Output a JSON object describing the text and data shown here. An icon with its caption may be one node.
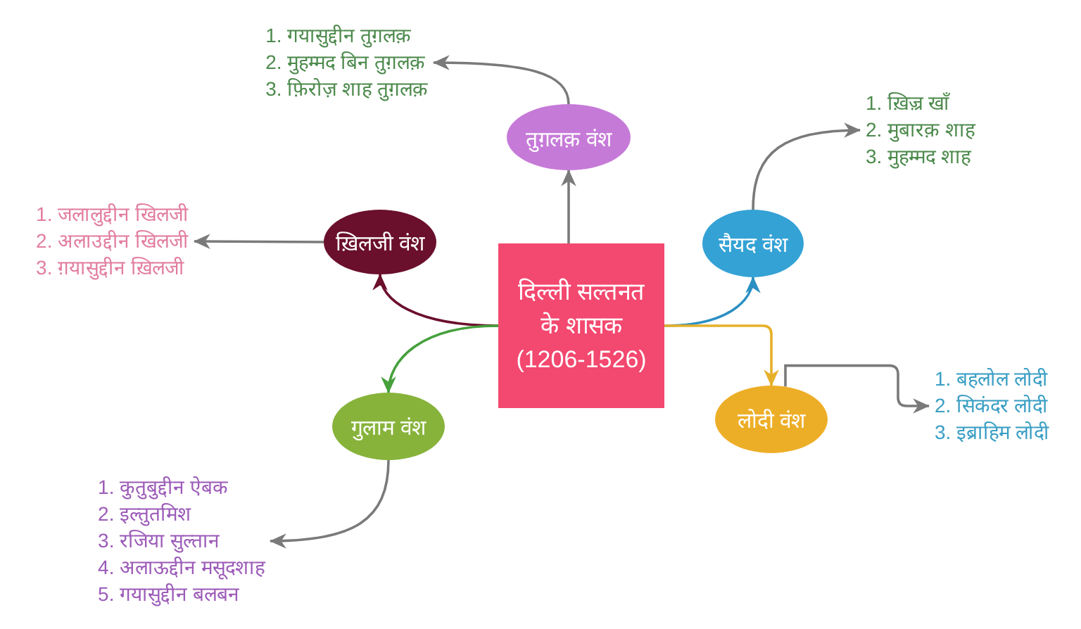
{
  "diagram": {
    "nodes": [
      {
        "text": [
          "दिल्ली सल्तनत के शासक (1206-1526)"
        ]
      },
      {
        "text": [
          "तुग़लक़ वंश"
        ]
      },
      {
        "text": [
          "ख़िलजी वंश"
        ]
      },
      {
        "text": [
          "सैयद वंश"
        ]
      },
      {
        "text": [
          "लोदी वंश"
        ]
      },
      {
        "text": [
          "गुलाम वंश"
        ]
      },
      {
        "text": [
          "1. गयासुद्दीन तुग़लक़",
          "2. मुहम्मद बिन तुग़लक़",
          "3. फ़िरोज़ शाह तुग़लक़"
        ]
      },
      {
        "text": [
          "1. जलालुद्दीन खिलजी",
          "2. अलाउद्दीन खिलजी",
          "3. ग़यासुद्दीन ख़िलजी"
        ]
      },
      {
        "text": [
          "1. ख़िज़्र खाँ",
          "2. मुबारक़ शाह",
          "3. मुहम्मद शाह"
        ]
      },
      {
        "text": [
          "1. बहलोल लोदी",
          "2. सिकंदर लोदी",
          "3. इब्राहिम लोदी"
        ]
      },
      {
        "text": [
          "1. कुतुबुद्दीन ऐबक",
          "2. इल्तुतमिश",
          "3. रजिया सुल्तान",
          "4. अलाऊद्दीन मसूदशाह",
          "5. गयासुद्दीन बलबन"
        ]
      }
    ],
    "edges": [
      {
        "from": 0,
        "to": 1,
        "arrow": "to"
      },
      {
        "from": 0,
        "to": 2,
        "arrow": "to",
        "color": "#6a0f2c"
      },
      {
        "from": 0,
        "to": 3,
        "arrow": "to",
        "color": "#2b8fc2"
      },
      {
        "from": 0,
        "to": 4,
        "arrow": "to",
        "color": "#e6b02a"
      },
      {
        "from": 0,
        "to": 5,
        "arrow": "to",
        "color": "#46a03c"
      },
      {
        "from": 1,
        "to": 6,
        "arrow": "to"
      },
      {
        "from": 2,
        "to": 7,
        "arrow": "to"
      },
      {
        "from": 3,
        "to": 8,
        "arrow": "to"
      },
      {
        "from": 4,
        "to": 9,
        "arrow": "to"
      },
      {
        "from": 5,
        "to": 10,
        "arrow": "to"
      }
    ]
  }
}
